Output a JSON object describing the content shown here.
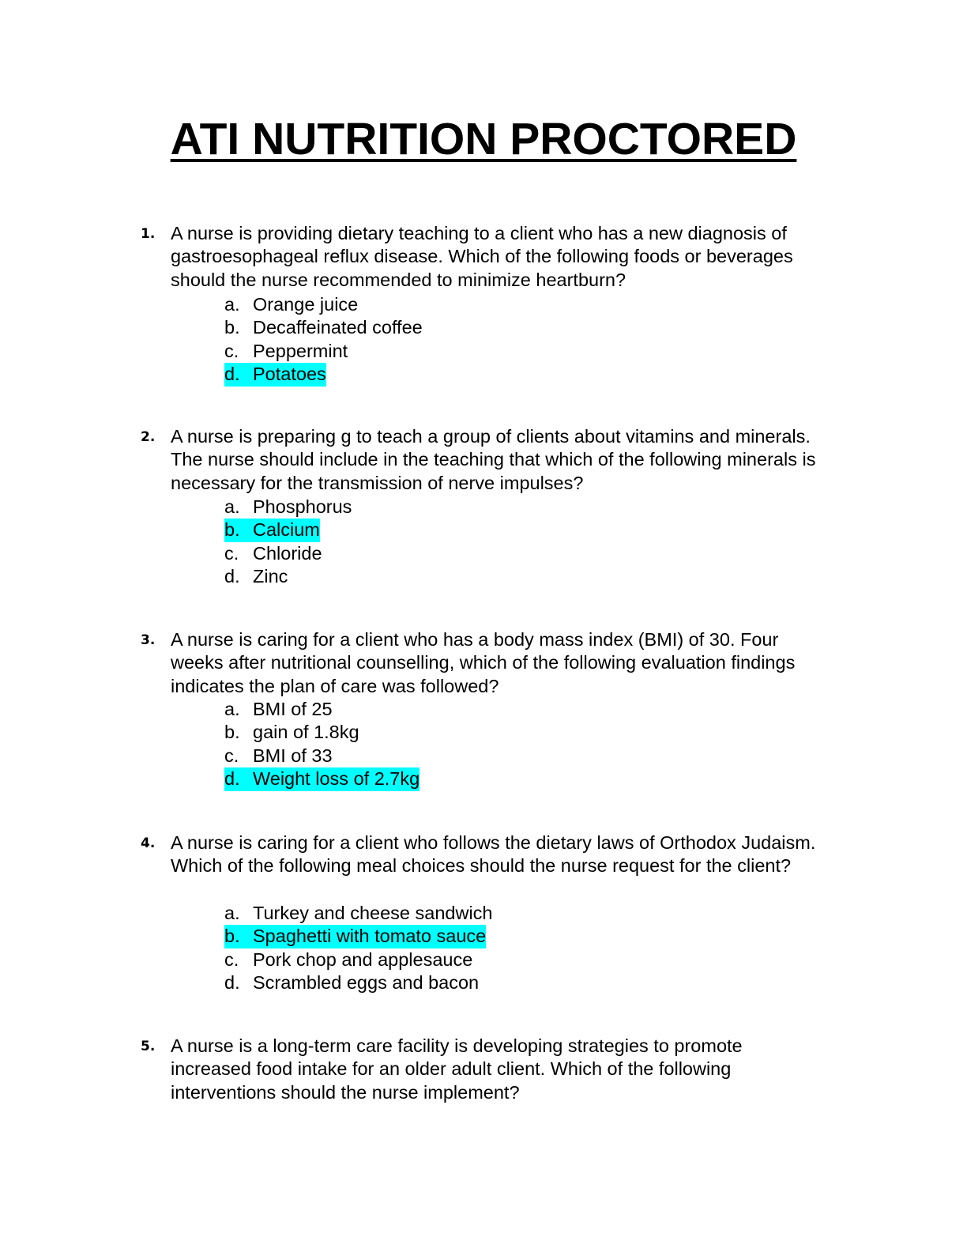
{
  "document": {
    "title": "ATI NUTRITION PROCTORED",
    "questions": [
      {
        "number": "1.",
        "text": "A nurse is providing dietary teaching to a client who has a new diagnosis of gastroesophageal reflux disease. Which of the following foods or beverages should the nurse recommended to minimize heartburn?",
        "options": [
          {
            "letter": "a.",
            "text": "Orange juice"
          },
          {
            "letter": "b.",
            "text": "Decaffeinated coffee"
          },
          {
            "letter": "c.",
            "text": "Peppermint"
          },
          {
            "letter": "d.",
            "text": "Potatoes"
          }
        ]
      },
      {
        "number": "2.",
        "text": "A nurse is preparing g to teach a group of clients about vitamins and minerals. The nurse should include in the teaching that which of the following minerals is necessary for the transmission of nerve impulses?",
        "options": [
          {
            "letter": "a.",
            "text": "Phosphorus"
          },
          {
            "letter": "b.",
            "text": "Calcium"
          },
          {
            "letter": "c.",
            "text": "Chloride"
          },
          {
            "letter": "d.",
            "text": "Zinc"
          }
        ]
      },
      {
        "number": "3.",
        "text": "A nurse is caring for a client who has a body mass index (BMI) of 30. Four weeks after nutritional counselling, which of the following evaluation findings indicates the plan of care was followed?",
        "options": [
          {
            "letter": "a.",
            "text": "BMI of 25"
          },
          {
            "letter": "b.",
            "text": "gain of 1.8kg"
          },
          {
            "letter": "c.",
            "text": "BMI of 33"
          },
          {
            "letter": "d.",
            "text": "Weight loss of 2.7kg"
          }
        ]
      },
      {
        "number": "4.",
        "text": "A nurse is caring for a client who follows the dietary laws of Orthodox Judaism. Which of the following meal choices should the nurse request for the client?",
        "options": [
          {
            "letter": "a.",
            "text": "Turkey and cheese sandwich"
          },
          {
            "letter": "b.",
            "text": "Spaghetti with tomato sauce"
          },
          {
            "letter": "c.",
            "text": "Pork chop and applesauce"
          },
          {
            "letter": "d.",
            "text": "Scrambled eggs and bacon"
          }
        ]
      },
      {
        "number": "5.",
        "text": "A nurse is a long-term care facility is developing strategies to promote increased food intake for an older adult client. Which of the following interventions should the nurse implement?",
        "options": []
      }
    ],
    "highlight_color": "#00ffff"
  }
}
